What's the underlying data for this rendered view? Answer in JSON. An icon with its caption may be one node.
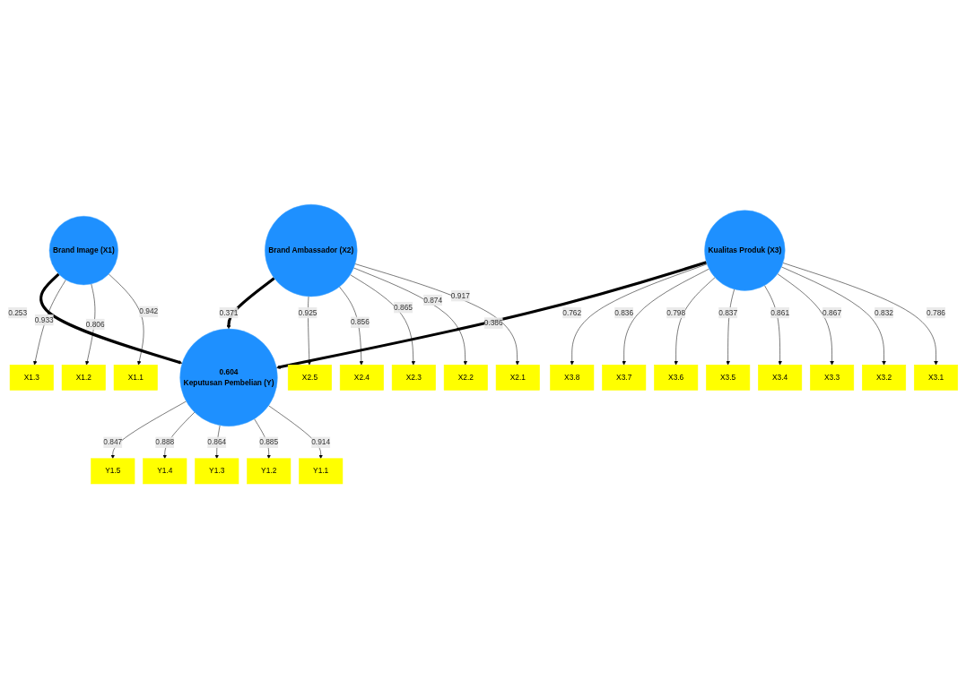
{
  "diagram": {
    "nodes": [
      {
        "text": [
          "X1.1"
        ]
      },
      {
        "text": [
          "X1.2"
        ]
      },
      {
        "text": [
          "X1.3"
        ]
      },
      {
        "text": [
          "Brand Image (X1)"
        ]
      },
      {
        "text": [
          "X2.1"
        ]
      },
      {
        "text": [
          "X2.2"
        ]
      },
      {
        "text": [
          "X2.3"
        ]
      },
      {
        "text": [
          "X2.4"
        ]
      },
      {
        "text": [
          "X2.5"
        ]
      },
      {
        "text": [
          "Brand Ambassador (X2)"
        ]
      },
      {
        "text": [
          "Kualitas Produk (X3)"
        ]
      },
      {
        "text": [
          "X3.1"
        ]
      },
      {
        "text": [
          "X3.2"
        ]
      },
      {
        "text": [
          "X3.3"
        ]
      },
      {
        "text": [
          "X3.4"
        ]
      },
      {
        "text": [
          "X3.5"
        ]
      },
      {
        "text": [
          "X3.6"
        ]
      },
      {
        "text": [
          "X3.7"
        ]
      },
      {
        "text": [
          "X3.8"
        ]
      },
      {
        "text": [
          "0.604",
          "Keputusan Pembelian (Y)"
        ]
      },
      {
        "text": [
          "Y1.1"
        ]
      },
      {
        "text": [
          "Y1.2"
        ]
      },
      {
        "text": [
          "Y1.3"
        ]
      },
      {
        "text": [
          "Y1.4"
        ]
      },
      {
        "text": [
          "Y1.5"
        ]
      }
    ],
    "edges": [
      {
        "from": 3,
        "to": 0,
        "arrow": "to",
        "label": "0.942"
      },
      {
        "from": 3,
        "to": 1,
        "arrow": "to",
        "label": "0.806"
      },
      {
        "from": 3,
        "to": 2,
        "arrow": "to",
        "label": "0.933"
      },
      {
        "from": 9,
        "to": 4,
        "arrow": "to",
        "label": "0.917"
      },
      {
        "from": 9,
        "to": 5,
        "arrow": "to",
        "label": "0.874"
      },
      {
        "from": 9,
        "to": 6,
        "arrow": "to",
        "label": "0.865"
      },
      {
        "from": 9,
        "to": 7,
        "arrow": "to",
        "label": "0.856"
      },
      {
        "from": 9,
        "to": 8,
        "arrow": "to",
        "label": "0.925"
      },
      {
        "from": 10,
        "to": 11,
        "arrow": "to",
        "label": "0.786"
      },
      {
        "from": 10,
        "to": 12,
        "arrow": "to",
        "label": "0.832"
      },
      {
        "from": 10,
        "to": 13,
        "arrow": "to",
        "label": "0.867"
      },
      {
        "from": 10,
        "to": 14,
        "arrow": "to",
        "label": "0.861"
      },
      {
        "from": 10,
        "to": 15,
        "arrow": "to",
        "label": "0.837"
      },
      {
        "from": 10,
        "to": 16,
        "arrow": "to",
        "label": "0.798"
      },
      {
        "from": 10,
        "to": 17,
        "arrow": "to",
        "label": "0.836"
      },
      {
        "from": 10,
        "to": 18,
        "arrow": "to",
        "label": "0.762"
      },
      {
        "from": 3,
        "to": 19,
        "arrow": "to",
        "label": "0.253",
        "style": "thick"
      },
      {
        "from": 9,
        "to": 19,
        "arrow": "to",
        "label": "0.371",
        "style": "thick"
      },
      {
        "from": 10,
        "to": 19,
        "arrow": "to",
        "label": "0.386",
        "style": "thick"
      },
      {
        "from": 19,
        "to": 20,
        "arrow": "to",
        "label": "0.914"
      },
      {
        "from": 19,
        "to": 21,
        "arrow": "to",
        "label": "0.885"
      },
      {
        "from": 19,
        "to": 22,
        "arrow": "to",
        "label": "0.864"
      },
      {
        "from": 19,
        "to": 23,
        "arrow": "to",
        "label": "0.888"
      },
      {
        "from": 19,
        "to": 24,
        "arrow": "to",
        "label": "0.847"
      }
    ]
  }
}
